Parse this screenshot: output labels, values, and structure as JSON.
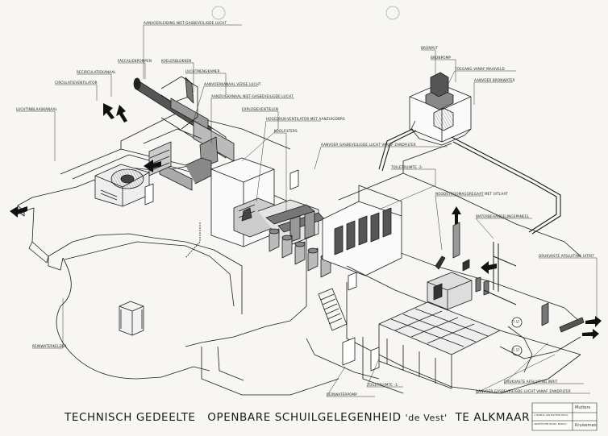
{
  "title": {
    "part1": "TECHNISCH GEDEELTE",
    "part2": "OPENBARE SCHUILGELEGENHEID",
    "part3": "'de Vest'",
    "part4": "TE ALKMAAR"
  },
  "labels": {
    "aanvoerleiding": "AANVOERLEIDING NIET-GASBEVEILIGDE LUCHT",
    "faecalienpompen": "FAECALIENPOMPEN",
    "koelerblokken": "KOELERBLOKKEN",
    "recirculatiekanaal": "RECIRCULATIEKANAAL",
    "luchtmengkamer": "LUCHTMENGKAMER",
    "circulatieventilator": "CIRCULATIEVENTILATOR",
    "aanvoerkanaal_verse": "AANVOERKANAAL VERSE LUCHT",
    "aanzuigkanaal": "AANZUIGKANAAL NIET-GASBEVEILIGDE LUCHT",
    "luchtinblaaskanaal": "LUCHTINBLAASKANAAL",
    "explosieventielen": "EXPLOSIEVENTIELEN",
    "hogedruk": "HOGEDRUK-VENTILATOR MET AANZUIGDBRS",
    "koolfilters": "KOOLFILTERS",
    "aanvoer_gasbeveiligde": "AANVOER GASBEVEILIGDE LUCHT VANAF ZANDFILTER",
    "bronput": "BRONPUT",
    "bronpomp": "BRONPOMP",
    "toegang": "TOEGANG VANAF MAAIVELD",
    "aanvoer_bronwater": "AANVOER BRONWATER",
    "toiletruimte2": "TOILETRUIMTE -2-",
    "noodstroom": "NOODSTROOMAGGREGAAT MET UITLAAT",
    "waterbehandeling": "WATERBEHANDELINGSPANEEL",
    "drukvaste_uitrit": "DRUKVASTE AFSLUITING UITRIT",
    "reinwaterkelder": "REINWATERKELDER",
    "reinwaterpomp": "REINWATERPOMP",
    "toiletruimte1": "TOILETRUIMTE -1-",
    "drukvaste_inrit": "DRUKVASTE AFSLUITING INRIT",
    "aanvoer_zandfilter": "AANVOER GASBEVEILIGDE LUCHT VANAF ZANDFILTER",
    "level1": "7.57",
    "level2": "5.57"
  },
  "titleblock": {
    "name1": "Mutters",
    "name2": "Kruiseman",
    "line1": "ir. BUREAU VAN MUTTERS EN CO",
    "line2": "ARCHITECTEN EN ING. BUREAU"
  }
}
